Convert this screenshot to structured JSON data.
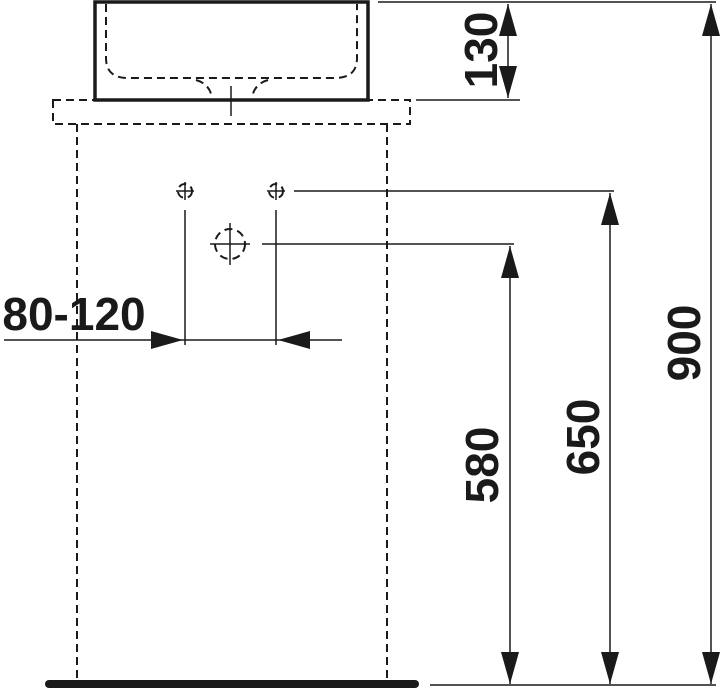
{
  "dimensions": {
    "basin_height": "130",
    "total_height": "900",
    "tap_hole_height": "650",
    "waste_height": "580",
    "tap_spacing": "80-120"
  }
}
